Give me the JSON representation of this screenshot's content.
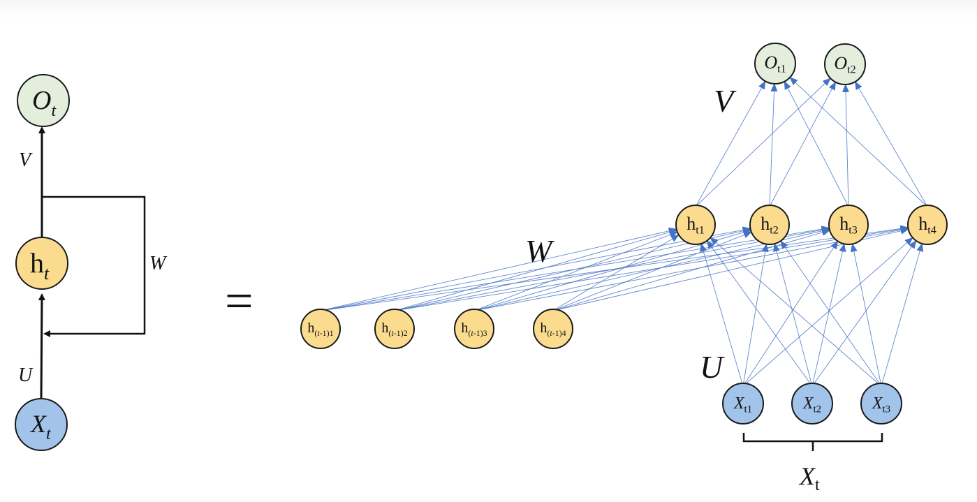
{
  "colors": {
    "output_fill": "#e4eedd",
    "hidden_fill": "#fbdc8f",
    "input_fill": "#a2c3ea",
    "node_stroke": "#1a1a1a",
    "edge": "#4472c4",
    "line": "#111111"
  },
  "folded": {
    "output": {
      "base": "O",
      "sub": "t"
    },
    "hidden": {
      "base": "h",
      "sub": "t"
    },
    "input": {
      "base": "X",
      "sub": "t"
    },
    "label_v": "V",
    "label_w": "W",
    "label_u": "U"
  },
  "equals": "=",
  "unfolded": {
    "outputs": [
      {
        "base": "O",
        "sub": "t1"
      },
      {
        "base": "O",
        "sub": "t2"
      }
    ],
    "hidden": [
      {
        "base": "h",
        "sub": "t1"
      },
      {
        "base": "h",
        "sub": "t2"
      },
      {
        "base": "h",
        "sub": "t3"
      },
      {
        "base": "h",
        "sub": "t4"
      }
    ],
    "prev_hidden": [
      {
        "base": "h",
        "sub_pre": "(",
        "sub_it": "t",
        "sub_post": "-1)1"
      },
      {
        "base": "h",
        "sub_pre": "(",
        "sub_it": "t",
        "sub_post": "-1)2"
      },
      {
        "base": "h",
        "sub_pre": "(",
        "sub_it": "t",
        "sub_post": "-1)3"
      },
      {
        "base": "h",
        "sub_pre": "(",
        "sub_it": "t",
        "sub_post": "-1)4"
      }
    ],
    "inputs": [
      {
        "base": "X",
        "sub": "t1"
      },
      {
        "base": "X",
        "sub": "t2"
      },
      {
        "base": "X",
        "sub": "t3"
      }
    ],
    "label_v": "V",
    "label_w": "W",
    "label_u": "U",
    "input_group": {
      "base": "X",
      "sub": "t"
    }
  }
}
